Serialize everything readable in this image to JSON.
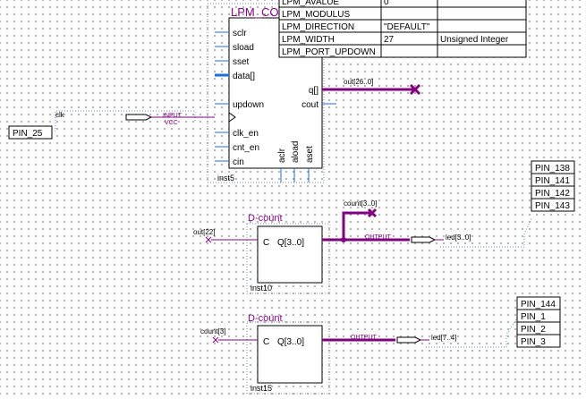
{
  "lpm_block": {
    "title": "LPM_CO",
    "instance": "inst5",
    "left_ports": [
      "sclr",
      "sload",
      "sset",
      "data[]",
      "updown",
      "clk_en",
      "cnt_en",
      "cin"
    ],
    "right_ports": [
      "q[]",
      "cout"
    ],
    "bottom_ports": [
      "aclr",
      "aload",
      "aset"
    ],
    "q_bus_label": "out[26..0]"
  },
  "param_table": {
    "rows": [
      [
        "LPM_AVALUE",
        "0",
        ""
      ],
      [
        "LPM_MODULUS",
        "",
        ""
      ],
      [
        "LPM_DIRECTION",
        "\"DEFAULT\"",
        ""
      ],
      [
        "LPM_WIDTH",
        "27",
        "Unsigned Integer"
      ],
      [
        "LPM_PORT_UPDOWN",
        "",
        ""
      ]
    ]
  },
  "clock_input": {
    "pin": "PIN_25",
    "net_label": "clk",
    "input_text": "INPUT",
    "vcc_text": "VCC"
  },
  "dcount1": {
    "title": "D-count",
    "port_c": "C",
    "port_q": "Q[3..0]",
    "instance": "inst10",
    "input_net": "out[22]",
    "output_net": "count[3..0]",
    "output_label": "OUTPUT",
    "led_label": "led[3..0]"
  },
  "dcount2": {
    "title": "D-count",
    "port_c": "C",
    "port_q": "Q[3..0]",
    "instance": "inst15",
    "input_net": "count[3]",
    "output_label": "OUTPUT",
    "led_label": "led[7..4]"
  },
  "pins_group1": [
    "PIN_138",
    "PIN_141",
    "PIN_142",
    "PIN_143"
  ],
  "pins_group2": [
    "PIN_144",
    "PIN_1",
    "PIN_2",
    "PIN_3"
  ],
  "colors": {
    "block_title": "#8b008b",
    "wire": "#800080",
    "bus": "#800080",
    "port_blue": "#1e6fd9",
    "text": "#000000",
    "dotted": "#5f8fa8",
    "xmark": "#800080"
  }
}
